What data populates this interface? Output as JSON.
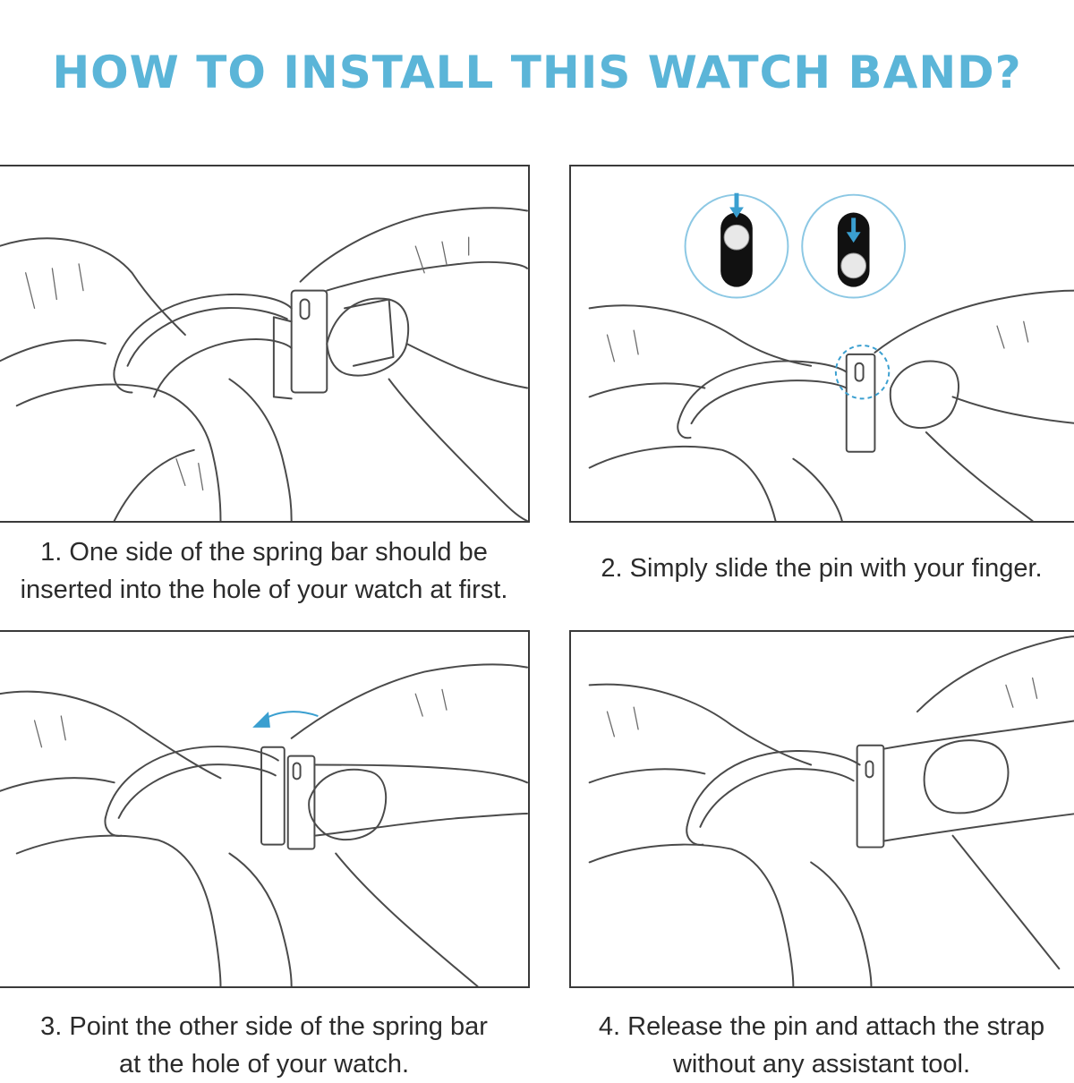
{
  "title": "HOW TO INSTALL THIS WATCH BAND?",
  "colors": {
    "title": "#5bb5d8",
    "accent": "#3a9fd0",
    "line": "#4a4a4a"
  },
  "steps": [
    {
      "lines": [
        "1. One side of the spring bar should be",
        "inserted into the hole of your watch at first."
      ]
    },
    {
      "lines": [
        "2. Simply slide the pin with your finger."
      ]
    },
    {
      "lines": [
        "3. Point the other side of the spring bar",
        "at the hole of your watch."
      ]
    },
    {
      "lines": [
        "4. Release the pin and attach the strap",
        "without any assistant tool."
      ]
    }
  ]
}
